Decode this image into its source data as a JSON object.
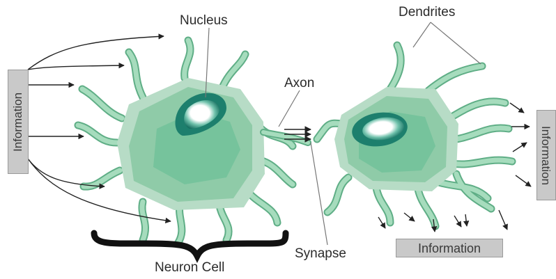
{
  "labels": {
    "nucleus": "Nucleus",
    "dendrites": "Dendrites",
    "axon": "Axon",
    "synapse": "Synapse",
    "neuron_cell": "Neuron Cell",
    "information_left": "Information",
    "information_right": "Information",
    "information_bottom": "Information"
  },
  "colors": {
    "cell_outer": "#b7dcc6",
    "cell_mid": "#8fcba8",
    "cell_inner": "#6cbf93",
    "nucleus": "#1f8a78",
    "dendrite": "#9fd6b5",
    "dendrite_edge": "#5fae86",
    "brace": "#111111",
    "arrow": "#222222"
  }
}
